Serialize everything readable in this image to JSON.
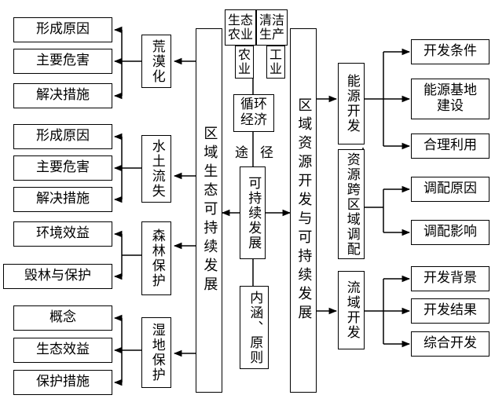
{
  "left_column": {
    "title": "区域生态可持续发展",
    "groups": [
      {
        "name": "荒漠化",
        "items": [
          "形成原因",
          "主要危害",
          "解决措施"
        ]
      },
      {
        "name": "水土流失",
        "items": [
          "形成原因",
          "主要危害",
          "解决措施"
        ]
      },
      {
        "name": "森林保护",
        "items": [
          "环境效益",
          "毁林与保护"
        ]
      },
      {
        "name": "湿地保护",
        "items": [
          "概念",
          "生态效益",
          "保护措施"
        ]
      }
    ]
  },
  "center": {
    "eco_agriculture": "生态\n农业",
    "clean_production": "清洁\n生产",
    "agriculture": "农\n业",
    "industry": "工\n业",
    "circular_economy": "循环\n经济",
    "path_label_1": "途",
    "path_label_2": "径",
    "sustainable": "可持续发展",
    "connotation": "内涵、原则"
  },
  "right_column": {
    "title": "区域资源开发与可持续发展",
    "groups": [
      {
        "name": "能源开发",
        "items": [
          "开发条件",
          "能源基地\n建设",
          "合理利用"
        ]
      },
      {
        "name": "资源跨区域调配",
        "items": [
          "调配原因",
          "调配影响"
        ]
      },
      {
        "name": "流域开发",
        "items": [
          "开发背景",
          "开发结果",
          "综合开发"
        ]
      }
    ]
  }
}
